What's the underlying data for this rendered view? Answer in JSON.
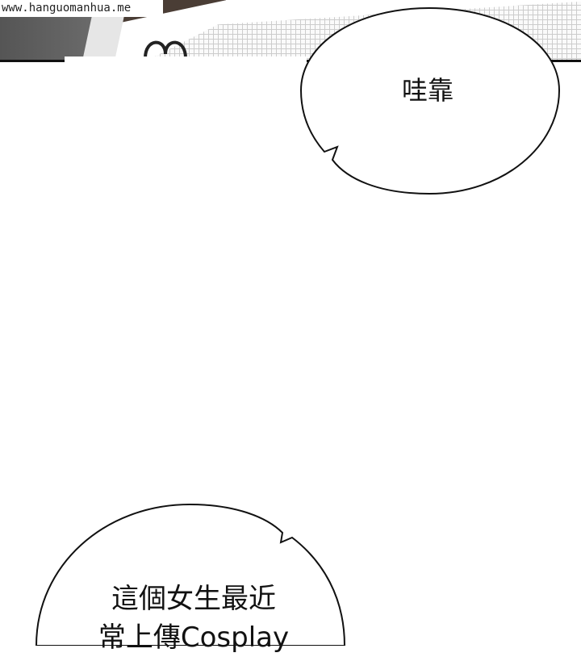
{
  "watermark": {
    "text": "www.hanguomanhua.me"
  },
  "panels": [
    {
      "type": "image-panel",
      "description": "partial artwork with grid paper",
      "decoration": "coil-icon"
    }
  ],
  "speech_bubbles": [
    {
      "id": "bubble-1",
      "text": "哇靠"
    },
    {
      "id": "bubble-2",
      "lines": [
        "這個女生最近",
        "常上傳Cosplay"
      ]
    }
  ]
}
